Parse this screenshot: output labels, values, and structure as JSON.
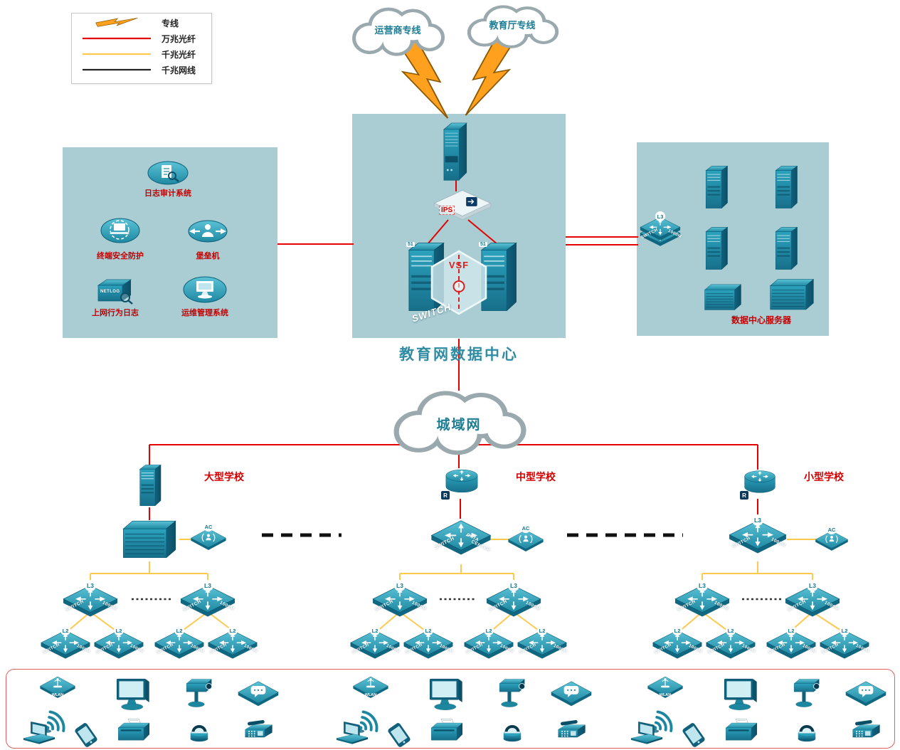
{
  "legend": {
    "items": [
      {
        "label": "专线",
        "type": "lightning"
      },
      {
        "label": "万兆光纤",
        "type": "line",
        "color": "#e60000"
      },
      {
        "label": "千兆光纤",
        "type": "line",
        "color": "#ffc94d"
      },
      {
        "label": "千兆网线",
        "type": "line",
        "color": "#222222"
      }
    ]
  },
  "clouds": {
    "isp": "运营商专线",
    "edu": "教育厅专线",
    "metro": "城域网"
  },
  "data_center": {
    "title": "教育网数据中心",
    "ips_label": "IPS",
    "vsf_label": "VSF",
    "core_badge": "51"
  },
  "left_panel": {
    "items": [
      {
        "label": "日志审计系统"
      },
      {
        "label": "终端安全防护"
      },
      {
        "label": "堡垒机"
      },
      {
        "label": "上网行为日志",
        "badge": "NETLOG"
      },
      {
        "label": "运维管理系统"
      }
    ]
  },
  "right_panel": {
    "label": "数据中心服务器"
  },
  "schools": [
    {
      "name": "大型学校"
    },
    {
      "name": "中型学校"
    },
    {
      "name": "小型学校"
    }
  ],
  "labels": {
    "l3": "L3",
    "l2": "L2",
    "switch": "SWITCH",
    "speed": "1000M",
    "ac": "AC",
    "router": "R",
    "data": "DATA",
    "center": "CENTER",
    "wlan": "WLAN"
  },
  "colors": {
    "line_10g_fiber": "#e60000",
    "line_1g_fiber": "#ffc94d",
    "line_1g_copper": "#222222",
    "panel_bg": "#a9cdd3",
    "device_teal": "#1d87a0",
    "label_red": "#c40000",
    "title_teal": "#2f8ca3"
  }
}
